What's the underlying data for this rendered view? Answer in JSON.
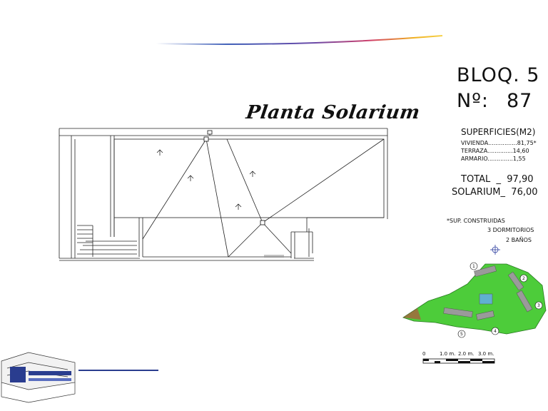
{
  "plan": {
    "title": "Planta Solarium"
  },
  "block": {
    "label": "BLOQ. 5",
    "number_label": "Nº:",
    "number": "87"
  },
  "surfaces": {
    "title": "SUPERFICIES(M2)",
    "rows": [
      {
        "label": "VIVIENDA",
        "dots": "................",
        "value": "81,75*"
      },
      {
        "label": "TERRAZA",
        "dots": "..............",
        "value": "14,60"
      },
      {
        "label": "ARMARIO",
        "dots": "..............",
        "value": "1,55"
      }
    ],
    "total_label": "TOTAL",
    "total_value": "97,90",
    "solarium_label": "SOLARIUM",
    "solarium_value": "76,00"
  },
  "notes": {
    "sup_note": "*SUP. CONSTRUIDAS",
    "bedrooms": "3 DORMITORIOS",
    "bathrooms": "2 BAÑOS"
  },
  "site_map": {
    "markers": [
      "1",
      "2",
      "3",
      "4",
      "5"
    ],
    "fill_color": "#4dcc3a"
  },
  "scale_bar": {
    "labels": [
      "0",
      "1.0 m.",
      "2.0 m.",
      "3.0 m."
    ]
  },
  "colors": {
    "line": "#111111",
    "accent_blue": "#2a3d8f"
  }
}
